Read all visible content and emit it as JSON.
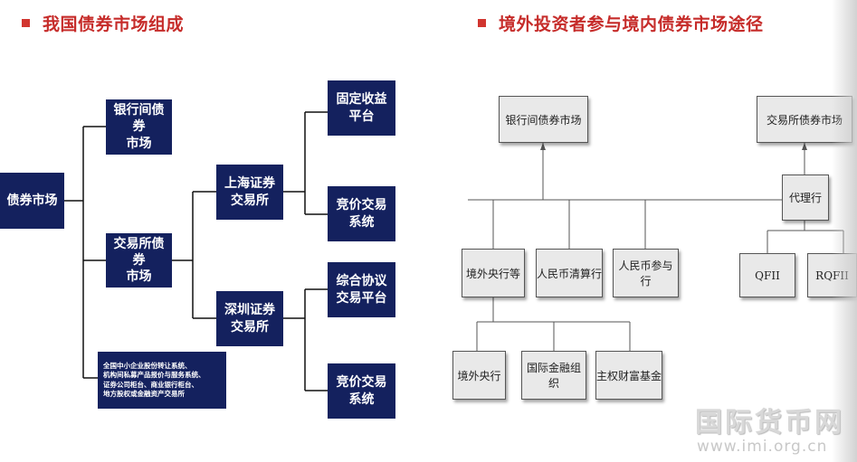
{
  "left": {
    "heading": "我国债券市场组成",
    "nodes": {
      "root": "债券市场",
      "interbank": "银行间债券\n市场",
      "exchange": "交易所债券\n市场",
      "otc": "全国中小企业股份转让系统、\n机构间私募产品报价与服务系统、\n证券公司柜台、商业银行柜台、\n地方股权或金融资产交易所",
      "shanghai": "上海证券\n交易所",
      "shenzhen": "深圳证券\n交易所",
      "fixed_income": "固定收益\n平台",
      "sh_bidding": "竞价交易\n系统",
      "block_trade": "综合协议\n交易平台",
      "sz_bidding": "竞价交易\n系统"
    }
  },
  "right": {
    "heading": "境外投资者参与境内债券市场途径",
    "nodes": {
      "interbank_market": "银行间债券市场",
      "exchange_market": "交易所债券市场",
      "agent": "代理行",
      "central_banks": "境外央行等",
      "rmb_clearing": "人民币清算行",
      "rmb_participating": "人民币参与行",
      "qfii": "QFII",
      "rqfii": "RQFII",
      "foreign_cb": "境外央行",
      "intl_fin_org": "国际金融组织",
      "swf": "主权财富基金"
    }
  },
  "watermark": {
    "cn": "国际货币网",
    "url": "www.imi.org.cn"
  },
  "colors": {
    "accent": "#c62c2a",
    "navy": "#14215e",
    "gray_box": "#e9e9e9"
  }
}
